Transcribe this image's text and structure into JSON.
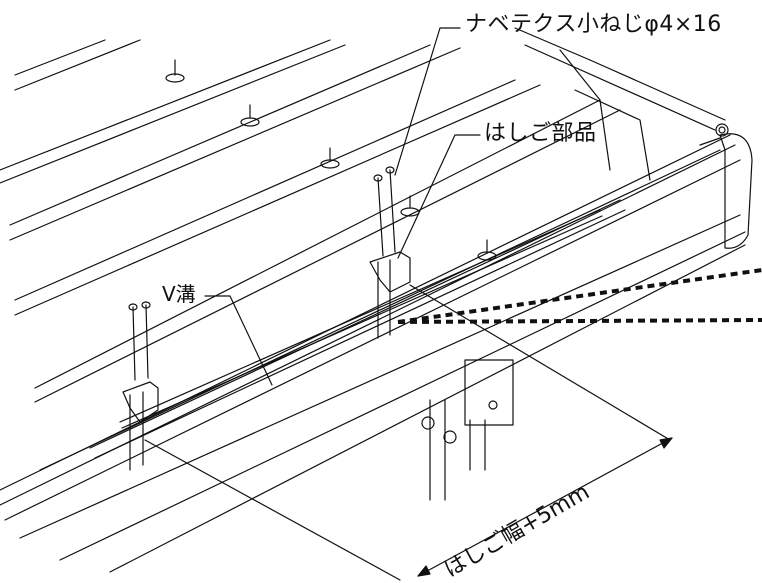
{
  "labels": {
    "screw": "ナベテクス小ねじφ4×16",
    "ladder_part": "はしご部品",
    "v_groove": "V溝",
    "dimension": "はしご幅+5mm"
  },
  "colors": {
    "line": "#111111",
    "background": "#ffffff"
  }
}
